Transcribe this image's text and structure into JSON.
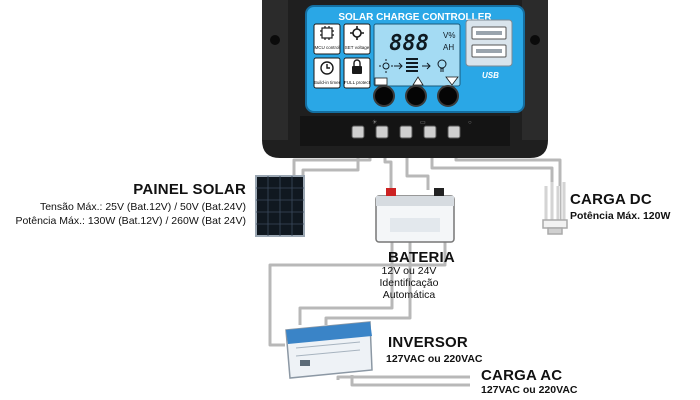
{
  "controller": {
    "title": "SOLAR CHARGE CONTROLLER",
    "display_digits": "888",
    "display_units_top": "V%",
    "display_units_bottom": "AH",
    "usb_label": "USB",
    "icon_labels": {
      "mcu": "MCU control",
      "set": "SET voltage",
      "timer": "Build-in timer",
      "protect": "FULL protect"
    },
    "colors": {
      "screen": "#2aa7e6",
      "body": "#1e1e1e",
      "lcd": "#9fd9f2"
    }
  },
  "solar_panel": {
    "title": "PAINEL SOLAR",
    "voltage_label": "Tensão Máx.:",
    "voltage_value": "25V (Bat.12V) / 50V (Bat.24V)",
    "power_label": "Potência Máx.:",
    "power_value": "130W (Bat.12V) / 260W (Bat 24V)"
  },
  "battery": {
    "title": "BATERIA",
    "line1": "12V ou 24V",
    "line2": "Identificação",
    "line3": "Automática"
  },
  "dc_load": {
    "title": "CARGA DC",
    "detail": "Potência Máx. 120W"
  },
  "inverter": {
    "title": "INVERSOR",
    "detail": "127VAC ou 220VAC"
  },
  "ac_load": {
    "title": "CARGA AC",
    "detail": "127VAC ou 220VAC"
  },
  "colors": {
    "wire": "#b3b3b3",
    "panel_cell": "#16202c",
    "inverter": "#eef2f6"
  }
}
